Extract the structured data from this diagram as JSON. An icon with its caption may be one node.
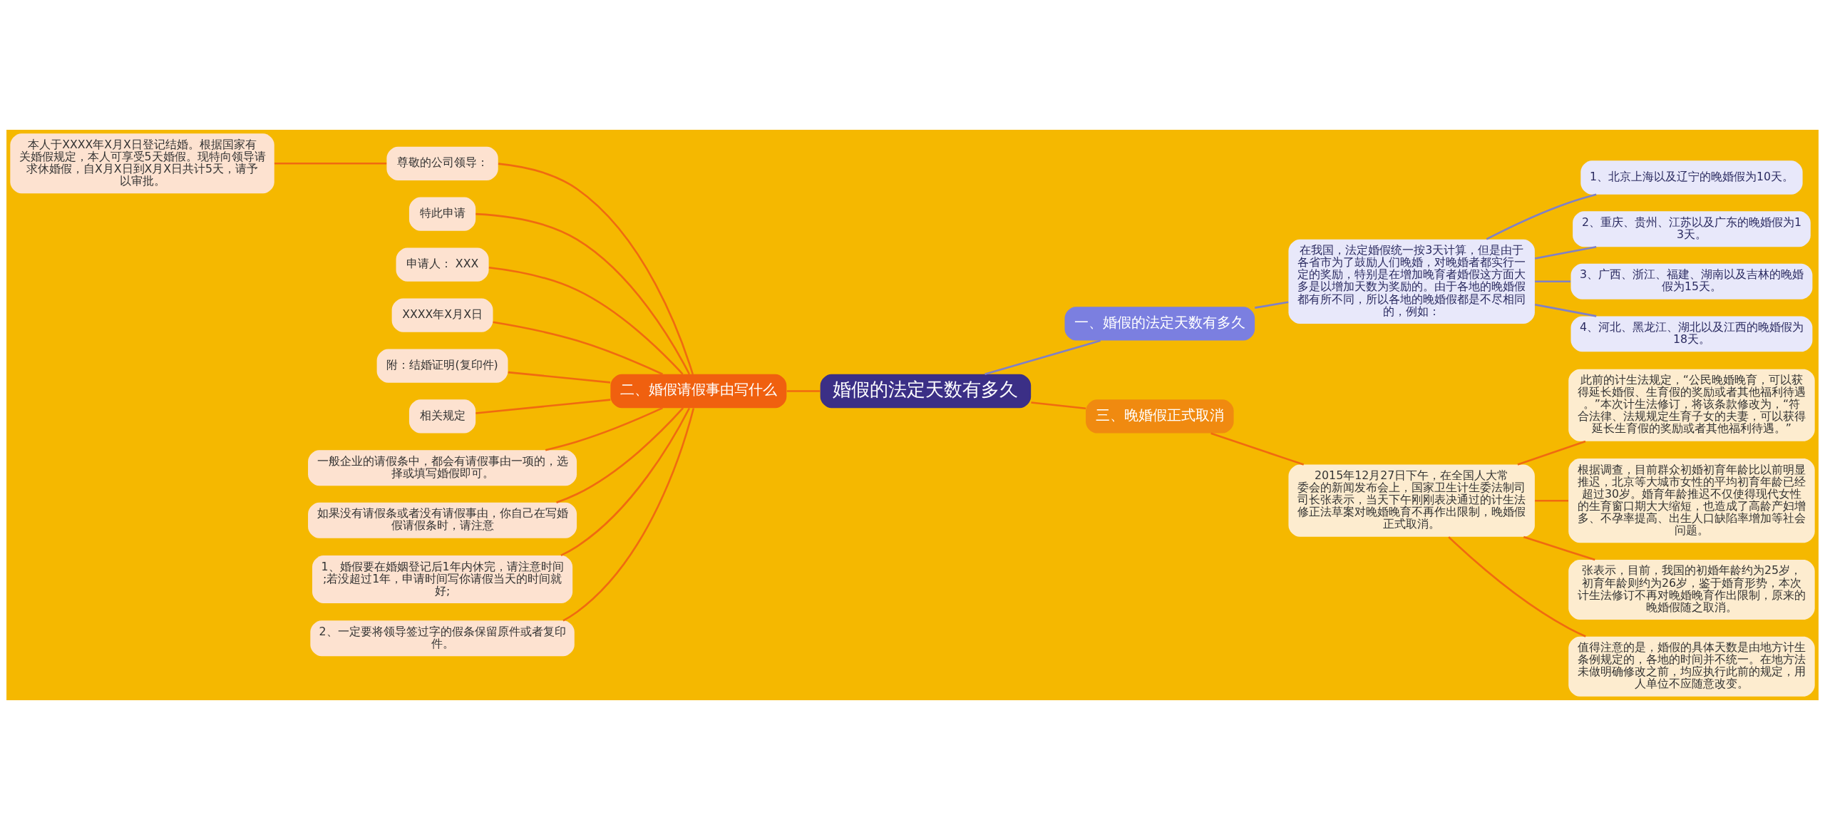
{
  "diagram": {
    "nodes": [
      {
        "text": [
          "婚假的法定天数有多久"
        ]
      },
      {
        "text": [
          "一、婚假的法定天数有多久"
        ]
      },
      {
        "text": [
          "在我国，法定婚假统一按3天计算，但是由于各省市为了鼓励人们晚婚，对晚婚者都实行一定的奖励，特别是在增加晚育者婚假这方面大多是以增加天数为奖励的。由于各地的晚婚假都有所不同，所以各地的晚婚假都是不尽相同的，例如："
        ]
      },
      {
        "text": [
          "1、北京上海以及辽宁的晚婚假为10天。"
        ]
      },
      {
        "text": [
          "2、重庆、贵州、江苏以及广东的晚婚假为13天。"
        ]
      },
      {
        "text": [
          "3、广西、浙江、福建、湖南以及吉林的晚婚假为15天。"
        ]
      },
      {
        "text": [
          "4、河北、黑龙江、湖北以及江西的晚婚假为18天。"
        ]
      },
      {
        "text": [
          "二、婚假请假事由写什么"
        ]
      },
      {
        "text": [
          "尊敬的公司领导："
        ]
      },
      {
        "text": [
          "本人于XXXX年X月X日登记结婚。根据国家有关婚假规定，本人可享受5天婚假。现特向领导请求休婚假，自X月X日到X月X日共计5天，请予以审批。"
        ]
      },
      {
        "text": [
          "特此申请"
        ]
      },
      {
        "text": [
          "申请人： XXX"
        ]
      },
      {
        "text": [
          "XXXX年X月X日"
        ]
      },
      {
        "text": [
          "附：结婚证明(复印件)"
        ]
      },
      {
        "text": [
          "相关规定"
        ]
      },
      {
        "text": [
          "一般企业的请假条中，都会有请假事由一项的，选择或填写婚假即可。"
        ]
      },
      {
        "text": [
          "如果没有请假条或者没有请假事由，你自己在写婚假请假条时，请注意"
        ]
      },
      {
        "text": [
          "1、婚假要在婚姻登记后1年内休完，请注意时间;若没超过1年，申请时间写你请假当天的时间就好;"
        ]
      },
      {
        "text": [
          "2、一定要将领导签过字的假条保留原件或者复印件。"
        ]
      },
      {
        "text": [
          "三、晚婚假正式取消"
        ]
      },
      {
        "text": [
          "2015年12月27日下午，在全国人大常委会的新闻发布会上，国家卫生计生委法制司司长张表示，当天下午刚刚表决通过的计生法修正法草案对晚婚晚育不再作出限制，晚婚假正式取消。"
        ]
      },
      {
        "text": [
          "此前的计生法规定，“公民晚婚晚育，可以获得延长婚假、生育假的奖励或者其他福利待遇。”本次计生法修订，将该条款修改为，“符合法律、法规规定生育子女的夫妻，可以获得延长生育假的奖励或者其他福利待遇。”"
        ]
      },
      {
        "text": [
          "根据调查，目前群众初婚初育年龄比以前明显推迟，北京等大城市女性的平均初育年龄已经超过30岁。婚育年龄推迟不仅使得现代女性的生育窗口期大大缩短，也造成了高龄产妇增多、不孕率提高、出生人口缺陷率增加等社会问题。"
        ]
      },
      {
        "text": [
          "张表示，目前，我国的初婚年龄约为25岁，初育年龄则约为26岁，鉴于婚育形势，本次计生法修订不再对晚婚晚育作出限制，原来的晚婚假随之取消。"
        ]
      },
      {
        "text": [
          "值得注意的是，婚假的具体天数是由地方计生条例规定的，各地的时间并不统一。在地方法未做明确修改之前，均应执行此前的规定，用人单位不应随意改变。"
        ]
      }
    ],
    "edges": [
      {
        "from": 0,
        "to": 1,
        "arrow": "none",
        "color": "#7f80c8"
      },
      {
        "from": 1,
        "to": 2,
        "arrow": "none",
        "color": "#7f80c8"
      },
      {
        "from": 2,
        "to": 3,
        "arrow": "none",
        "color": "#7f80c8"
      },
      {
        "from": 2,
        "to": 4,
        "arrow": "none",
        "color": "#7f80c8"
      },
      {
        "from": 2,
        "to": 5,
        "arrow": "none",
        "color": "#7f80c8"
      },
      {
        "from": 2,
        "to": 6,
        "arrow": "none",
        "color": "#7f80c8"
      },
      {
        "from": 0,
        "to": 7,
        "arrow": "none"
      },
      {
        "from": 7,
        "to": 8,
        "arrow": "none"
      },
      {
        "from": 8,
        "to": 9,
        "arrow": "none"
      },
      {
        "from": 7,
        "to": 10,
        "arrow": "none"
      },
      {
        "from": 7,
        "to": 11,
        "arrow": "none"
      },
      {
        "from": 7,
        "to": 12,
        "arrow": "none"
      },
      {
        "from": 7,
        "to": 13,
        "arrow": "none"
      },
      {
        "from": 7,
        "to": 14,
        "arrow": "none"
      },
      {
        "from": 7,
        "to": 15,
        "arrow": "none"
      },
      {
        "from": 7,
        "to": 16,
        "arrow": "none"
      },
      {
        "from": 7,
        "to": 17,
        "arrow": "none"
      },
      {
        "from": 7,
        "to": 18,
        "arrow": "none"
      },
      {
        "from": 0,
        "to": 19,
        "arrow": "none"
      },
      {
        "from": 19,
        "to": 20,
        "arrow": "none"
      },
      {
        "from": 20,
        "to": 21,
        "arrow": "none"
      },
      {
        "from": 20,
        "to": 22,
        "arrow": "none"
      },
      {
        "from": 20,
        "to": 23,
        "arrow": "none"
      },
      {
        "from": 20,
        "to": 24,
        "arrow": "none"
      }
    ]
  }
}
